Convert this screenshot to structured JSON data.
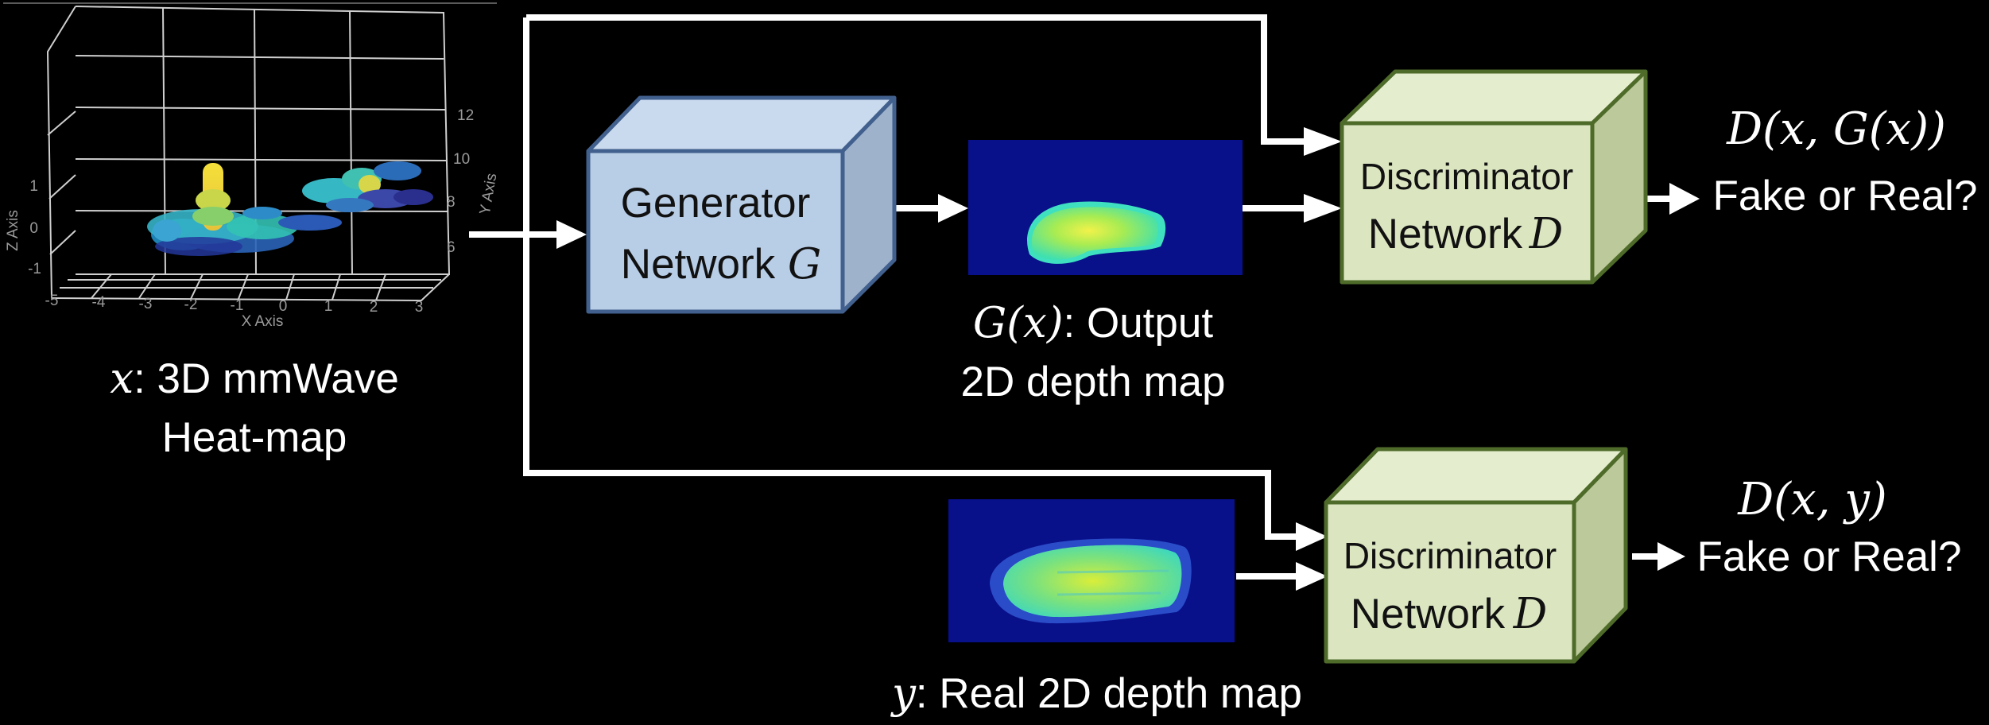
{
  "heatmap": {
    "axis_x_label": "X Axis",
    "axis_y_label": "Y Axis",
    "axis_z_label": "Z Axis",
    "x_ticks": [
      "-5",
      "-4",
      "-3",
      "-2",
      "-1",
      "0",
      "1",
      "2",
      "3"
    ],
    "y_ticks": [
      "6",
      "8",
      "10",
      "12"
    ],
    "z_ticks": [
      "1",
      "0",
      "-1"
    ],
    "caption_var": "x",
    "caption_line1": ": 3D mmWave",
    "caption_line2": "Heat-map"
  },
  "generator": {
    "line1": "Generator",
    "line2_text": "Network",
    "line2_math": "G"
  },
  "output_map": {
    "caption_math": "G(x)",
    "caption_text": ": Output",
    "caption_line2": "2D depth map"
  },
  "real_map": {
    "caption_var": "y",
    "caption_text": ": Real 2D depth map"
  },
  "discriminator_top": {
    "line1": "Discriminator",
    "line2_text": "Network",
    "line2_math": "D",
    "output_math": "D(x, G(x))",
    "output_text": "Fake or Real?"
  },
  "discriminator_bottom": {
    "line1": "Discriminator",
    "line2_text": "Network",
    "line2_math": "D",
    "output_math": "D(x, y)",
    "output_text": "Fake or Real?"
  },
  "colors": {
    "background": "#000000",
    "generator_front": "#b8cde6",
    "generator_top": "#c9d9ee",
    "generator_side": "#9fb2cc",
    "generator_edge": "#41608d",
    "discriminator_front": "#dbe6c1",
    "discriminator_top": "#e5edcf",
    "discriminator_side": "#bcc99a",
    "discriminator_edge": "#4e6b2a",
    "depthmap_background": "#08108a",
    "connector": "#ffffff"
  }
}
